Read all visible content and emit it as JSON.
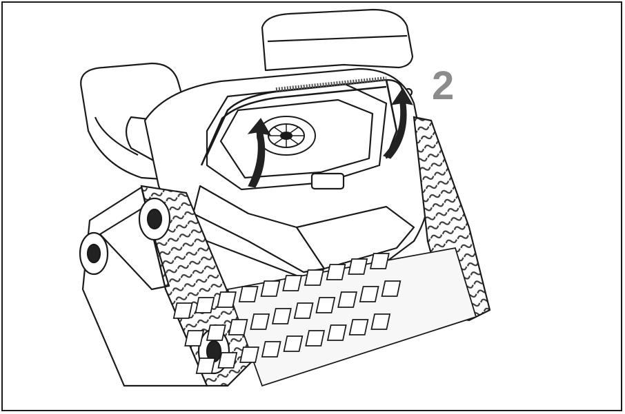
{
  "figure": {
    "step_label": "2",
    "subject_icon": "robotic-pool-cleaner",
    "action_icon": "curved-arrow-up",
    "colors": {
      "line": "#1a1a1a",
      "step_label": "#8c8c8c",
      "tread": "#4a4a4a",
      "arrow": "#222222"
    }
  }
}
